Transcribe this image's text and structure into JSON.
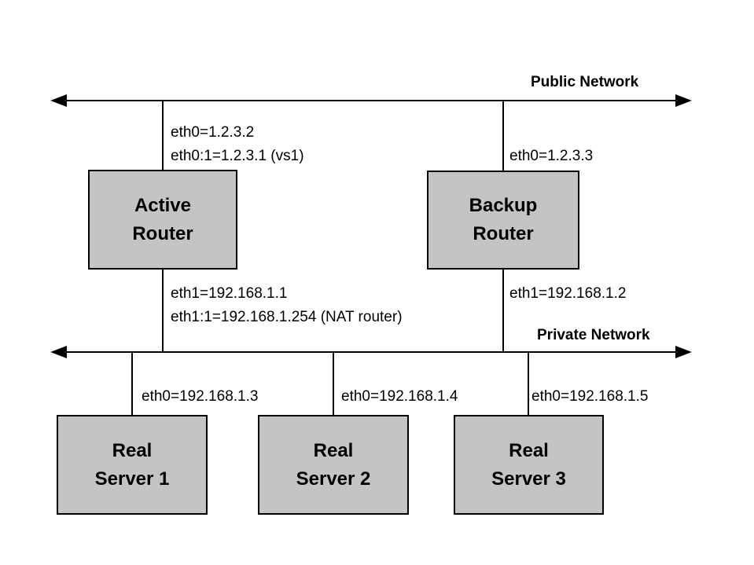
{
  "colors": {
    "background": "#ffffff",
    "box_fill": "#c4c4c4",
    "box_border": "#000000",
    "line": "#000000",
    "text": "#000000"
  },
  "networks": {
    "public": {
      "label": "Public Network"
    },
    "private": {
      "label": "Private Network"
    }
  },
  "nodes": {
    "active_router": {
      "line1": "Active",
      "line2": "Router"
    },
    "backup_router": {
      "line1": "Backup",
      "line2": "Router"
    },
    "real_server_1": {
      "line1": "Real",
      "line2": "Server 1"
    },
    "real_server_2": {
      "line1": "Real",
      "line2": "Server 2"
    },
    "real_server_3": {
      "line1": "Real",
      "line2": "Server 3"
    }
  },
  "interfaces": {
    "active_router_eth0": "eth0=1.2.3.2",
    "active_router_eth0_alias": "eth0:1=1.2.3.1 (vs1)",
    "backup_router_eth0": "eth0=1.2.3.3",
    "active_router_eth1": "eth1=192.168.1.1",
    "active_router_eth1_alias": "eth1:1=192.168.1.254 (NAT router)",
    "backup_router_eth1": "eth1=192.168.1.2",
    "real_server_1_eth0": "eth0=192.168.1.3",
    "real_server_2_eth0": "eth0=192.168.1.4",
    "real_server_3_eth0": "eth0=192.168.1.5"
  }
}
